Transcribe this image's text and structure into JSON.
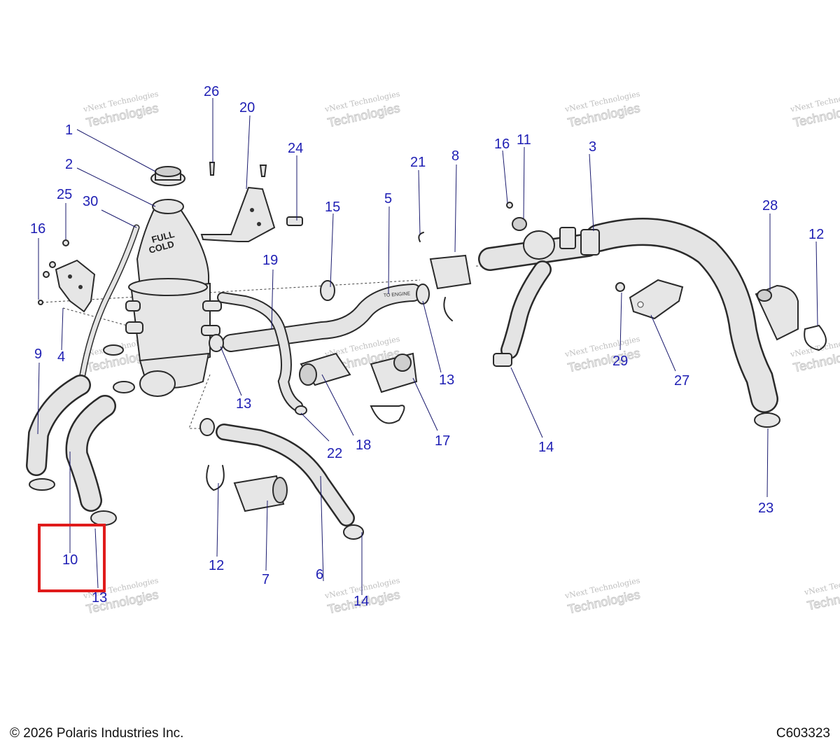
{
  "callouts": {
    "c1": "1",
    "c2": "2",
    "c3": "3",
    "c4": "4",
    "c5": "5",
    "c6": "6",
    "c7": "7",
    "c8": "8",
    "c9": "9",
    "c10": "10",
    "c11": "11",
    "c12a": "12",
    "c12b": "12",
    "c13a": "13",
    "c13b": "13",
    "c13c": "13",
    "c14a": "14",
    "c14b": "14",
    "c15": "15",
    "c16a": "16",
    "c16b": "16",
    "c17": "17",
    "c18": "18",
    "c19": "19",
    "c20": "20",
    "c21": "21",
    "c22": "22",
    "c23": "23",
    "c24": "24",
    "c25": "25",
    "c26": "26",
    "c27": "27",
    "c28": "28",
    "c29": "29",
    "c30": "30"
  },
  "tank_label": {
    "line1": "FULL",
    "line2": "COLD"
  },
  "pipe_label": "TO ENGINE",
  "watermark": {
    "line1": "vNext Technologies",
    "line2": "Technologies"
  },
  "footer": {
    "copyright": "© 2026 Polaris Industries Inc.",
    "diagram_code": "C603323"
  },
  "highlight_color": "#e01b1b",
  "callout_color": "#1f1fb4"
}
